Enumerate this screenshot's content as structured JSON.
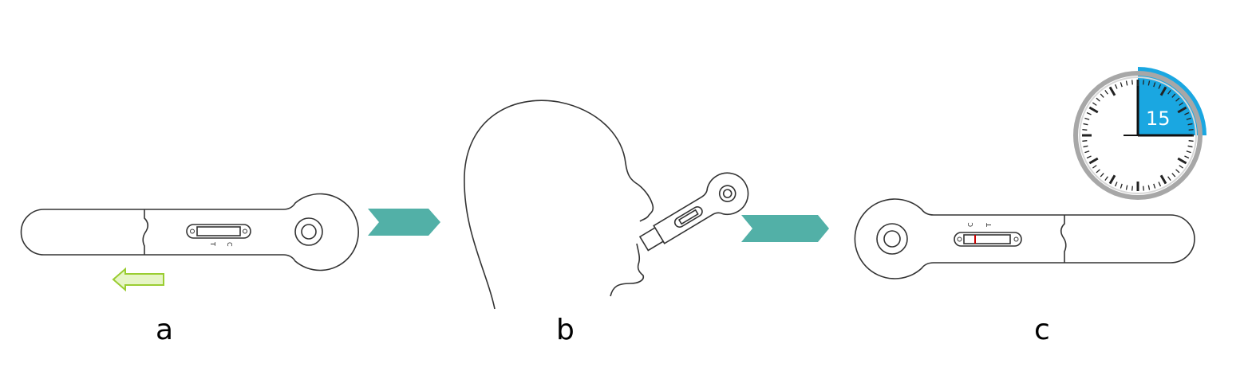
{
  "steps": [
    {
      "label": "a"
    },
    {
      "label": "b"
    },
    {
      "label": "c"
    }
  ],
  "device": {
    "control_mark": "C",
    "test_mark": "T"
  },
  "timer": {
    "minutes": "15",
    "elapsed_fraction": 0.25
  },
  "colors": {
    "arrow_teal": "#52b0a7",
    "hint_arrow_fill": "#e6f5c6",
    "hint_arrow_stroke": "#9acd32",
    "timer_blue": "#1aa7e1",
    "control_line": "#cc0000",
    "outline": "#333333"
  },
  "icons": [
    "left-arrow-icon",
    "chevron-arrow-icon",
    "stopwatch-icon"
  ]
}
